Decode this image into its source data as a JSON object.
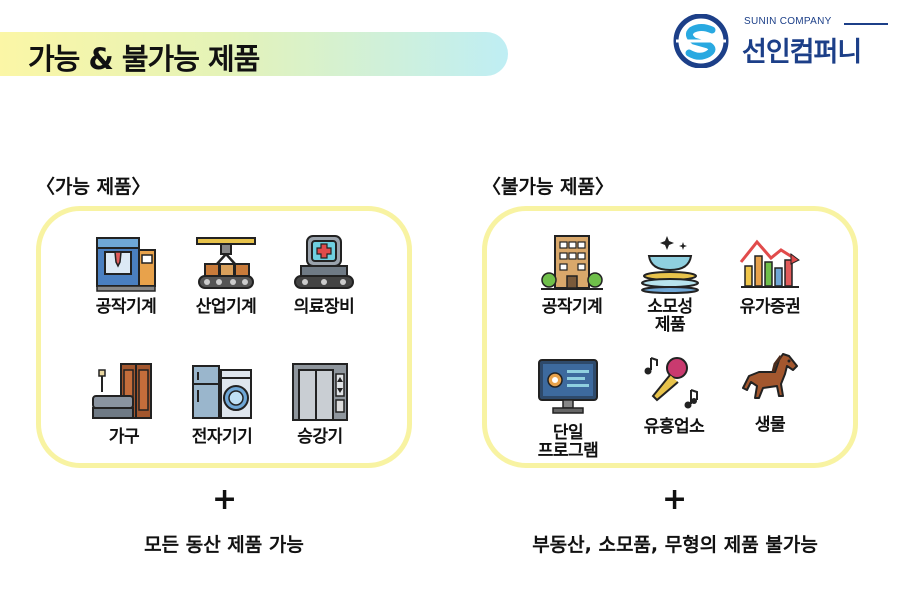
{
  "title": "가능 & 불가능 제품",
  "logo": {
    "company": "SUNIN COMPANY",
    "name": "선인컴퍼니",
    "icon": "s-logo-icon",
    "color": "#1c3f88"
  },
  "left": {
    "heading": "〈가능 제품〉",
    "items": [
      {
        "label": "공작기계",
        "icon": "cnc-machine-icon"
      },
      {
        "label": "산업기계",
        "icon": "conveyor-machine-icon"
      },
      {
        "label": "의료장비",
        "icon": "medical-robot-icon"
      },
      {
        "label": "가구",
        "icon": "furniture-icon"
      },
      {
        "label": "전자기기",
        "icon": "appliances-icon"
      },
      {
        "label": "승강기",
        "icon": "elevator-icon"
      }
    ],
    "plus": "+",
    "note": "모든 동산 제품 가능"
  },
  "right": {
    "heading": "〈불가능 제품〉",
    "items": [
      {
        "label": "공작기계",
        "icon": "building-icon"
      },
      {
        "label_lines": [
          "소모성",
          "제품"
        ],
        "icon": "consumables-icon"
      },
      {
        "label": "유가증권",
        "icon": "stock-chart-icon"
      },
      {
        "label_lines": [
          "단일",
          "프로그램"
        ],
        "icon": "software-monitor-icon"
      },
      {
        "label": "유흥업소",
        "icon": "karaoke-microphone-icon"
      },
      {
        "label": "생물",
        "icon": "horse-icon"
      }
    ],
    "plus": "+",
    "note": "부동산, 소모품, 무형의 제품 불가능"
  },
  "colors": {
    "title_bar_left": "#fbf6a6",
    "title_bar_right": "#bfeef4",
    "panel_border": "#f8f3a2"
  }
}
